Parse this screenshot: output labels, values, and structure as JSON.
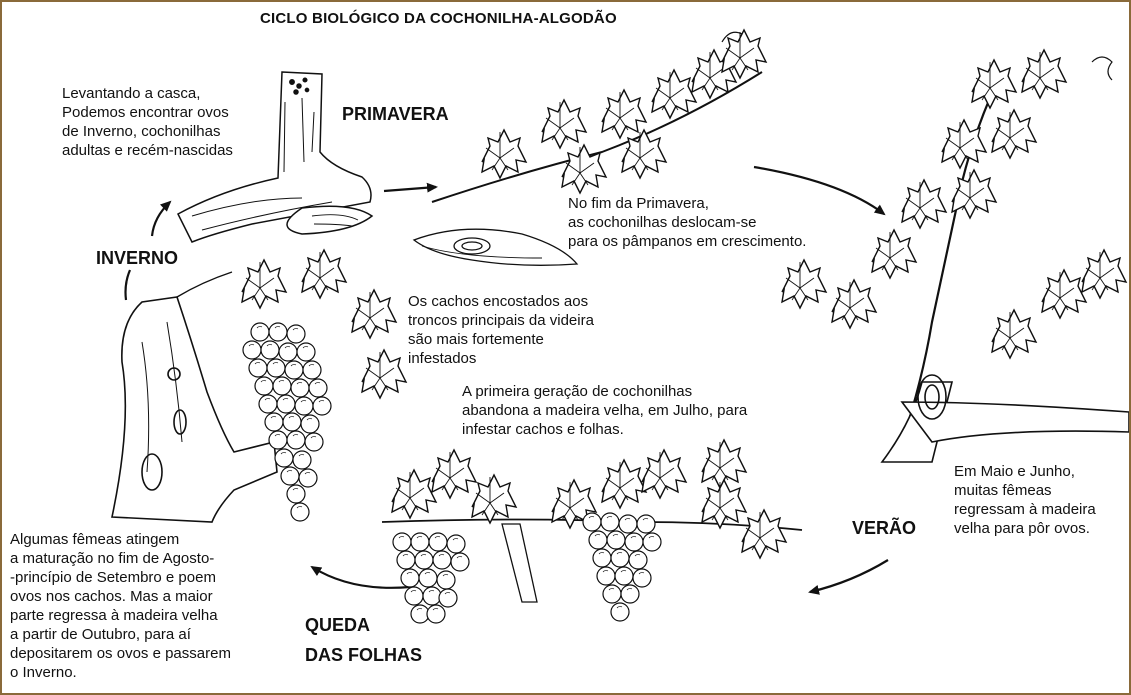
{
  "title": "CICLO BIOLÓGICO DA COCHONILHA-ALGODÃO",
  "seasons": {
    "spring": "PRIMAVERA",
    "winter": "INVERNO",
    "summer": "VERÃO",
    "autumn": "QUEDA\nDAS FOLHAS"
  },
  "notes": {
    "bark": "Levantando a casca,\nPodemos encontrar ovos\nde Inverno, cochonilhas\nadultas e recém-nascidas",
    "spring_end": "No fim da Primavera,\nas cochonilhas deslocam-se\npara os pâmpanos em crescimento.",
    "bunches": "Os cachos encostados aos\ntroncos principais da videira\nsão mais fortemente\ninfestados",
    "first_generation": "A primeira geração de cochonilhas\nabandona a madeira velha, em Julho, para\ninfestar cachos e folhas.",
    "may_june": "Em Maio e Junho,\nmuitas fêmeas\nregressam à madeira\nvelha para pôr ovos.",
    "females": "Algumas fêmeas atingem\na maturação no fim de Agosto-\n-princípio de Setembro e poem\novos nos cachos. Mas a maior\nparte regressa à madeira velha\na partir de Outubro, para aí\ndepositarem os ovos e passarem\no Inverno."
  },
  "colors": {
    "ink": "#111111",
    "frame": "#8a6a3a",
    "paper": "#ffffff"
  }
}
